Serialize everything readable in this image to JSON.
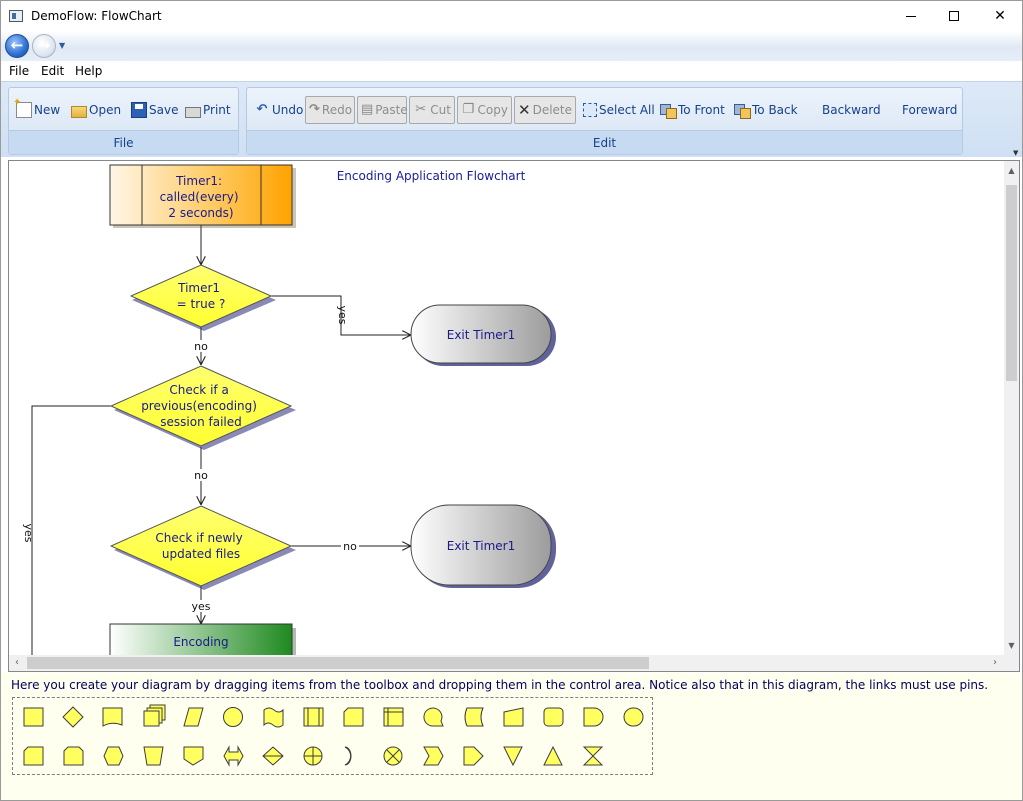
{
  "window": {
    "title": "DemoFlow: FlowChart"
  },
  "menu": {
    "file": "File",
    "edit": "Edit",
    "help": "Help"
  },
  "ribbon": {
    "file_group": {
      "label": "File",
      "buttons": {
        "new": "New",
        "open": "Open",
        "save": "Save",
        "print": "Print"
      }
    },
    "edit_group": {
      "label": "Edit",
      "buttons": {
        "undo": "Undo",
        "redo": "Redo",
        "paste": "Paste",
        "cut": "Cut",
        "copy": "Copy",
        "delete": "Delete",
        "select_all": "Select All",
        "to_front": "To Front",
        "to_back": "To Back",
        "backward": "Backward",
        "foreward": "Foreward"
      },
      "disabled": [
        "redo",
        "paste",
        "cut",
        "copy",
        "delete"
      ]
    }
  },
  "diagram": {
    "title": "Encoding Application Flowchart",
    "nodes": {
      "timer_box": "Timer1:\ncalled(every)\n2 seconds)",
      "decision_timer": "Timer1\n= true ?",
      "exit_1": "Exit Timer1",
      "decision_prev": "Check if a\nprevious(encoding)\nsession failed",
      "decision_new": "Check if newly\nupdated files",
      "exit_2": "Exit Timer1",
      "encoding": "Encoding"
    },
    "link_labels": {
      "yes_to_exit": "yes",
      "no_1": "no",
      "no_2": "no",
      "no_to_exit": "no",
      "yes_to_encoding": "yes",
      "yes_left": "yes"
    }
  },
  "hint_text": "Here you create your diagram by dragging items from the toolbox and dropping them in the control area. Notice also that in this diagram, the links must use pins.",
  "toolbox": {
    "row1": [
      "rectangle",
      "diamond",
      "document",
      "multi-document",
      "parallelogram",
      "circle",
      "tape",
      "predefined-process",
      "card",
      "internal-storage",
      "sequential-data",
      "stored-data",
      "manual-input",
      "rounded-rectangle",
      "delay",
      "terminator"
    ],
    "row2": [
      "octagon-cut",
      "loop-limit",
      "hexagon",
      "manual-operation",
      "off-page-connector",
      "double-arrow",
      "sort",
      "summing-junction",
      "moon",
      "or-junction",
      "chevron",
      "delay-right",
      "merge",
      "extract",
      "collate"
    ]
  },
  "colors": {
    "shape_fill": "#ffff60",
    "shape_stroke": "#3c3c3c",
    "diagram_text": "#1a1a8c",
    "hint_text": "#000060"
  }
}
